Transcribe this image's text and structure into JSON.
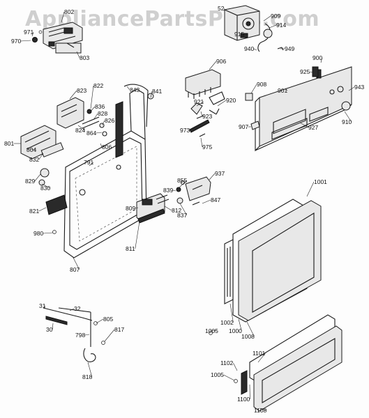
{
  "watermark": "AppliancePartsPros.com",
  "labels": [
    {
      "id": "802",
      "text": "802"
    },
    {
      "id": "971",
      "text": "971"
    },
    {
      "id": "970",
      "text": "970"
    },
    {
      "id": "803",
      "text": "803"
    },
    {
      "id": "52",
      "text": "52"
    },
    {
      "id": "909",
      "text": "909"
    },
    {
      "id": "915",
      "text": "915"
    },
    {
      "id": "914",
      "text": "914"
    },
    {
      "id": "940",
      "text": "940"
    },
    {
      "id": "949",
      "text": "949"
    },
    {
      "id": "906",
      "text": "906"
    },
    {
      "id": "900",
      "text": "900"
    },
    {
      "id": "925",
      "text": "925"
    },
    {
      "id": "908",
      "text": "908"
    },
    {
      "id": "901",
      "text": "901"
    },
    {
      "id": "943",
      "text": "943"
    },
    {
      "id": "921",
      "text": "921"
    },
    {
      "id": "920",
      "text": "920"
    },
    {
      "id": "923",
      "text": "923"
    },
    {
      "id": "907",
      "text": "907"
    },
    {
      "id": "927",
      "text": "927"
    },
    {
      "id": "910",
      "text": "910"
    },
    {
      "id": "973",
      "text": "973"
    },
    {
      "id": "975",
      "text": "975"
    },
    {
      "id": "823",
      "text": "823"
    },
    {
      "id": "822",
      "text": "822"
    },
    {
      "id": "843",
      "text": "843"
    },
    {
      "id": "841",
      "text": "841"
    },
    {
      "id": "836",
      "text": "836"
    },
    {
      "id": "828",
      "text": "828"
    },
    {
      "id": "826",
      "text": "826"
    },
    {
      "id": "824",
      "text": "824"
    },
    {
      "id": "864",
      "text": "864"
    },
    {
      "id": "801",
      "text": "801"
    },
    {
      "id": "804",
      "text": "804"
    },
    {
      "id": "806",
      "text": "806"
    },
    {
      "id": "832",
      "text": "832"
    },
    {
      "id": "791",
      "text": "791"
    },
    {
      "id": "829",
      "text": "829"
    },
    {
      "id": "830",
      "text": "830"
    },
    {
      "id": "855",
      "text": "855"
    },
    {
      "id": "937",
      "text": "937"
    },
    {
      "id": "839",
      "text": "839"
    },
    {
      "id": "847",
      "text": "847"
    },
    {
      "id": "809",
      "text": "809"
    },
    {
      "id": "812",
      "text": "812"
    },
    {
      "id": "837",
      "text": "837"
    },
    {
      "id": "821",
      "text": "821"
    },
    {
      "id": "980",
      "text": "980"
    },
    {
      "id": "811",
      "text": "811"
    },
    {
      "id": "807",
      "text": "807"
    },
    {
      "id": "1001",
      "text": "1001"
    },
    {
      "id": "1005",
      "text": "1005"
    },
    {
      "id": "1002",
      "text": "1002"
    },
    {
      "id": "1000",
      "text": "1000"
    },
    {
      "id": "1008",
      "text": "1008"
    },
    {
      "id": "31",
      "text": "31"
    },
    {
      "id": "32",
      "text": "32"
    },
    {
      "id": "30",
      "text": "30"
    },
    {
      "id": "805",
      "text": "805"
    },
    {
      "id": "798",
      "text": "798"
    },
    {
      "id": "817",
      "text": "817"
    },
    {
      "id": "818",
      "text": "818"
    },
    {
      "id": "1101",
      "text": "1101"
    },
    {
      "id": "1102",
      "text": "1102"
    },
    {
      "id": "1005b",
      "text": "1005"
    },
    {
      "id": "1100",
      "text": "1100"
    },
    {
      "id": "1108",
      "text": "1108"
    }
  ]
}
